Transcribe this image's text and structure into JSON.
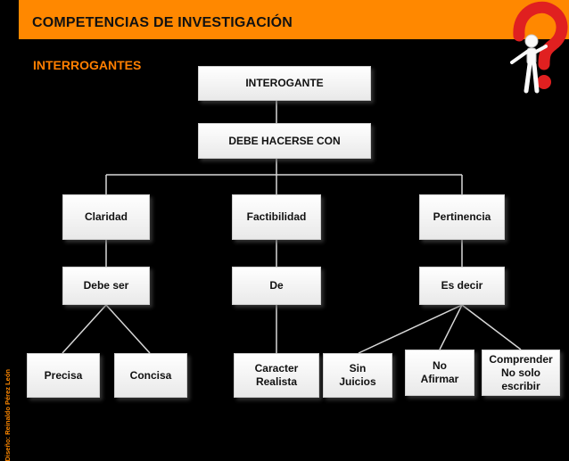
{
  "header": {
    "title": "COMPETENCIAS DE INVESTIGACIÓN",
    "subtitle": "INTERROGANTES",
    "bar_color": "#ff8800"
  },
  "credit": "Diseño: Reinaldo Pérez León",
  "decoration": {
    "icon": "question-mark-figure-icon",
    "color": "#e02020"
  },
  "diagram": {
    "root": "INTEROGANTE",
    "connector": "DEBE HACERSE CON",
    "branches": [
      {
        "label": "Claridad",
        "link": "Debe ser",
        "leaves": [
          "Precisa",
          "Concisa"
        ]
      },
      {
        "label": "Factibilidad",
        "link": "De",
        "leaves": [
          "Caracter\nRealista"
        ]
      },
      {
        "label": "Pertinencia",
        "link": "Es decir",
        "leaves": [
          "Sin\nJuicios",
          "No\nAfirmar",
          "Comprender\nNo solo\nescribir"
        ]
      }
    ]
  }
}
